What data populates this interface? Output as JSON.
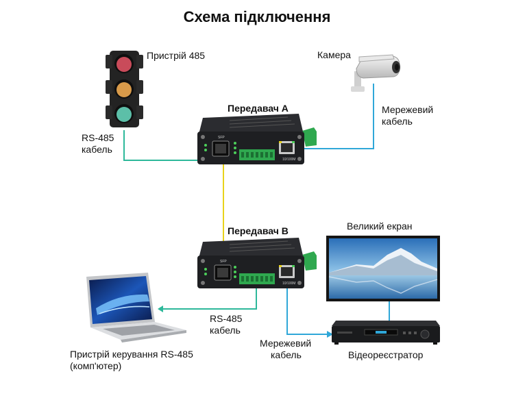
{
  "title": "Схема підключення",
  "labels": {
    "device485": "Пристрій 485",
    "camera": "Камера",
    "transmitterA": "Передавач A",
    "transmitterB": "Передавач B",
    "rs485cableA_1": "RS-485",
    "rs485cableA_2": "кабель",
    "networkCableA_1": "Мережевий",
    "networkCableA_2": "кабель",
    "bigScreen": "Великий екран",
    "rs485cableB_1": "RS-485",
    "rs485cableB_2": "кабель",
    "networkCableB_1": "Мережевий",
    "networkCableB_2": "кабель",
    "dvr": "Відеореєстратор",
    "controller_1": "Пристрій керування RS-485",
    "controller_2": "(комп'ютер)"
  },
  "device_marks": {
    "sfp": "SFP",
    "speed": "10/100M"
  },
  "colors": {
    "rs485_line": "#2db89a",
    "network_line": "#2fa7d8",
    "fiber_line": "#e8d21a",
    "device_body": "#1e1f22",
    "terminal_green": "#2fa84f"
  }
}
